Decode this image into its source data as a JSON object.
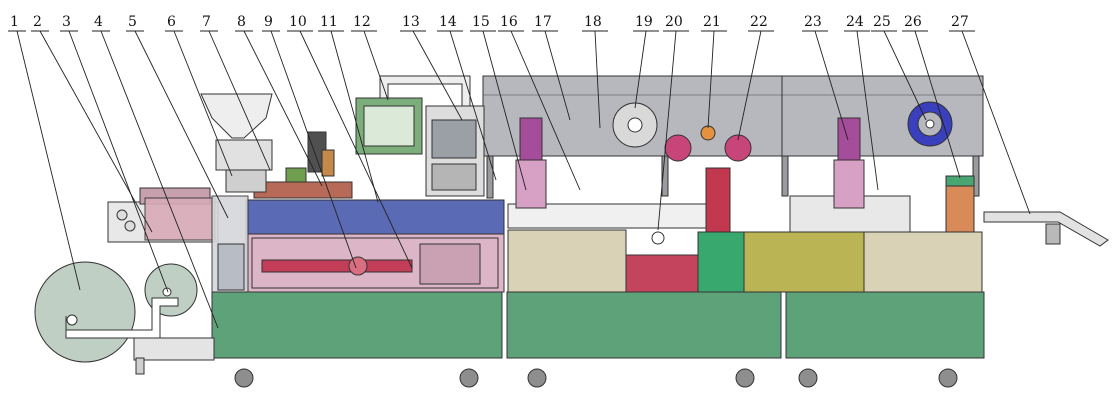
{
  "diagram": {
    "callout_numbers": [
      "1",
      "2",
      "3",
      "4",
      "5",
      "6",
      "7",
      "8",
      "9",
      "10",
      "11",
      "12",
      "13",
      "14",
      "15",
      "16",
      "17",
      "18",
      "19",
      "20",
      "21",
      "22",
      "23",
      "24",
      "25",
      "26",
      "27"
    ]
  }
}
